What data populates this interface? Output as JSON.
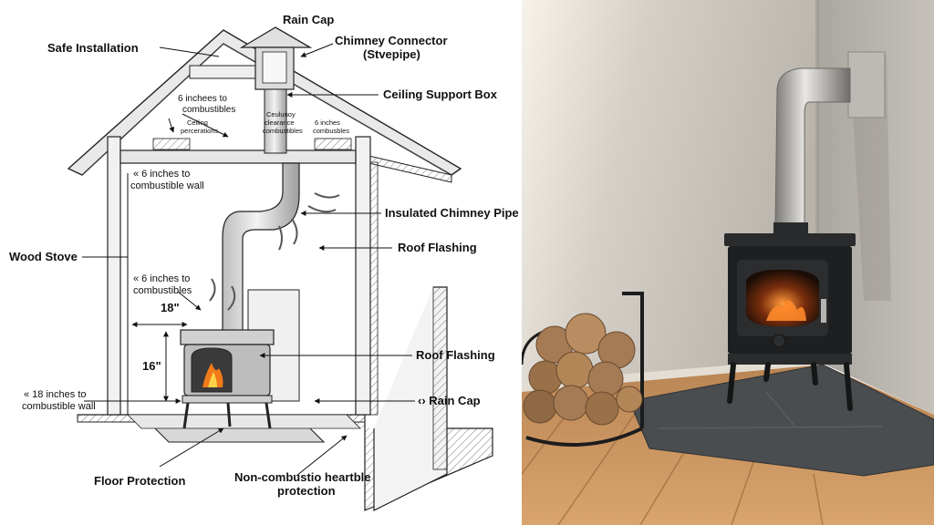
{
  "diagram": {
    "title": "Safe Installation",
    "labels": {
      "rain_cap_top": "Rain Cap",
      "chimney_connector_1": "Chimney Connector",
      "chimney_connector_2": "(Stvepipe)",
      "ceiling_support_box": "Ceiling Support Box",
      "six_in_combustibles_top_1": "6 inchees to",
      "six_in_combustibles_top_2": "combustibles",
      "ceiling_penetrations_1": "Ceiling",
      "ceiling_penetrations_2": "percerations",
      "chimney_clearance_1": "Ceulunoy",
      "chimney_clearance_2": "clearance",
      "chimney_clearance_3": "combustibles",
      "six_in_right_1": "6 inches",
      "six_in_right_2": "combusbles",
      "six_in_wall_1": "« 6 inches to",
      "six_in_wall_2": "combustible wall",
      "insulated_chimney_pipe": "Insulated Chimney Pipe",
      "wood_stove": "Wood Stove",
      "roof_flashing_upper": "Roof Flashing",
      "six_in_combustibles_mid_1": "« 6 inches to",
      "six_in_combustibles_mid_2": "combustibles",
      "dim_18": "18\"",
      "dim_16": "16\"",
      "roof_flashing_lower": "Roof Flashing",
      "eighteen_in_wall_1": "« 18 inches to",
      "eighteen_in_wall_2": "combustible wall",
      "rain_cap_lower": "‹› Rain Cap",
      "floor_protection": "Floor Protection",
      "hearth_1": "Non-combustio heartble",
      "hearth_2": "protection"
    }
  },
  "colors": {
    "ink": "#1a1a1a",
    "wall": "#f4f4f4",
    "pipe": "#cfcfcf",
    "fire": "#f07a1a",
    "photo_wall": "#c9c3ba",
    "floor": "#c98f5c",
    "hearth": "#4a4d50",
    "stove": "#1e1f20"
  }
}
